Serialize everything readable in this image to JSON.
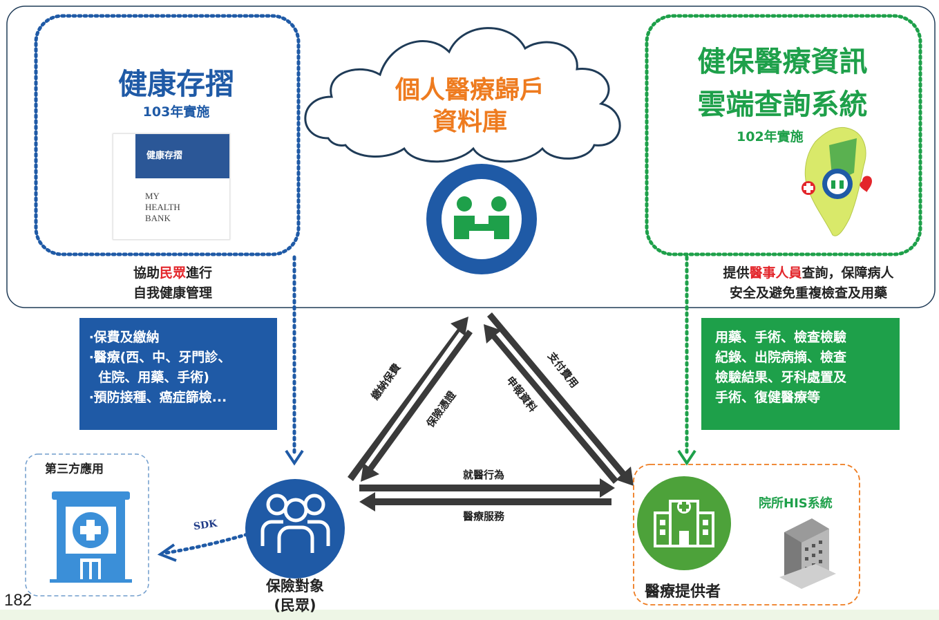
{
  "cloud": {
    "line1": "個人醫療歸戶",
    "line2": "資料庫"
  },
  "left_panel": {
    "title": "健康存摺",
    "year": "103年實施",
    "app_card": {
      "header": "健康存摺",
      "line1": "MY",
      "line2": "HEALTH",
      "line3": "BANK"
    },
    "caption_pre": "協助",
    "caption_highlight": "民眾",
    "caption_post": "進行",
    "caption_line2": "自我健康管理"
  },
  "right_panel": {
    "title_line1": "健保醫療資訊",
    "title_line2": "雲端查詢系統",
    "year": "102年實施",
    "caption_pre": "提供",
    "caption_highlight": "醫事人員",
    "caption_post": "查詢，保障病人",
    "caption_line2": "安全及避免重複檢查及用藥"
  },
  "blue_box": {
    "items": [
      "‧保費及繳納",
      "‧醫療(西、中、牙門診、",
      "  住院、用藥、手術)",
      "‧預防接種、癌症篩檢..."
    ]
  },
  "green_box": {
    "items": [
      "用藥、手術、檢查檢驗",
      "紀錄、出院病摘、檢查",
      "檢驗結果、牙科處置及",
      "手術、復健醫療等"
    ]
  },
  "arrows": {
    "pay_premium": "繳納保費",
    "insurance_cert": "保險憑證",
    "claim_data": "申報資料",
    "pay_fees": "支付費用",
    "medical_behavior": "就醫行為",
    "medical_service": "醫療服務",
    "sdk": "SDK"
  },
  "nodes": {
    "insured_line1": "保險對象",
    "insured_line2": "(民眾)",
    "provider": "醫療提供者",
    "his": "院所HIS系統",
    "third_party": "第三方應用"
  },
  "page_number": "182",
  "colors": {
    "blue": "#1f5aa6",
    "green": "#1ea04a",
    "orange": "#ee7b1f",
    "red": "#e3262b",
    "arrow": "#3a3a3a"
  }
}
